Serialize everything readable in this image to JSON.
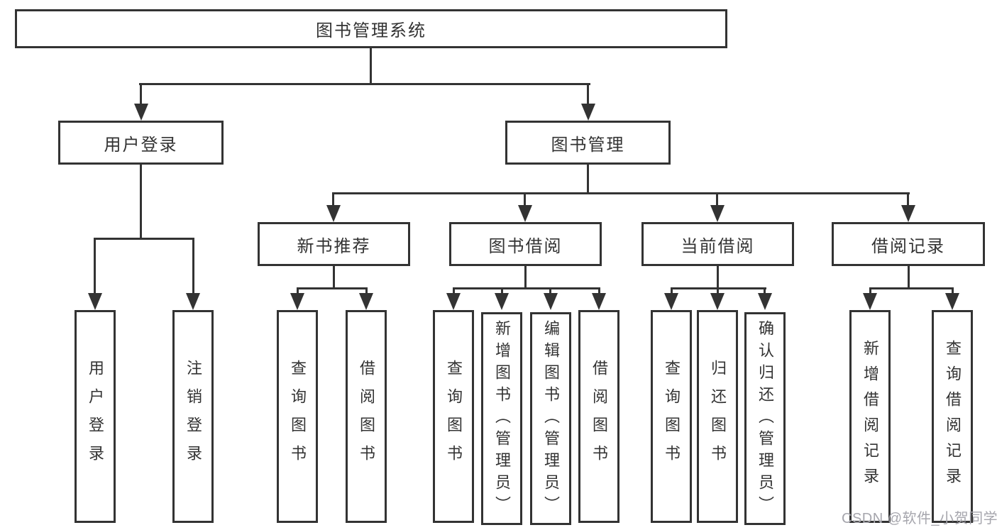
{
  "diagram": {
    "root": "图书管理系统",
    "branches": {
      "user_login": {
        "label": "用户登录",
        "children": [
          "用户登录",
          "注销登录"
        ]
      },
      "book_management": {
        "label": "图书管理",
        "groups": [
          {
            "label": "新书推荐",
            "children": [
              "查询图书",
              "借阅图书"
            ]
          },
          {
            "label": "图书借阅",
            "children": [
              "查询图书",
              "新增图书（管理员）",
              "编辑图书（管理员）",
              "借阅图书"
            ]
          },
          {
            "label": "当前借阅",
            "children": [
              "查询图书",
              "归还图书",
              "确认归还（管理员）"
            ]
          },
          {
            "label": "借阅记录",
            "children": [
              "新增借阅记录",
              "查询借阅记录"
            ]
          }
        ]
      }
    }
  },
  "watermark": {
    "text": "CSDN @软件_小贺同学"
  },
  "colors": {
    "line": "#333333",
    "text": "#333333",
    "watermark": "#a6a6ad",
    "background": "#ffffff"
  }
}
